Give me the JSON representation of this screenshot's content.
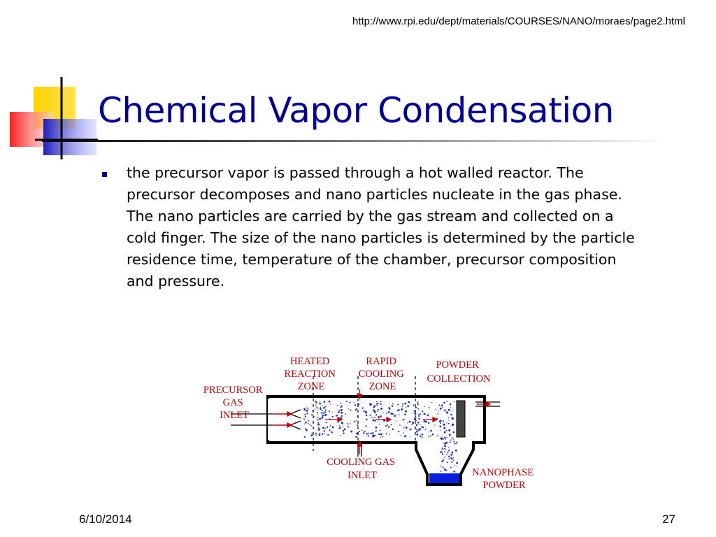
{
  "header": {
    "url": "http://www.rpi.edu/dept/materials/COURSES/NANO/moraes/page2.html"
  },
  "slide": {
    "title": "Chemical Vapor Condensation",
    "bullets": [
      "the precursor vapor is passed through a hot walled reactor. The precursor decomposes and nano particles nucleate in the gas phase. The nano particles are carried by the gas stream and collected on a cold finger. The size of the nano particles is determined by the particle residence time, temperature of the chamber, precursor composition and pressure."
    ]
  },
  "diagram": {
    "labels": {
      "heated": [
        "HEATED",
        "REACTION",
        "ZONE"
      ],
      "rapid": [
        "RAPID",
        "COOLING",
        "ZONE"
      ],
      "powder_collection": [
        "POWDER",
        "COLLECTION"
      ],
      "precursor": [
        "PRECURSOR",
        "GAS",
        "INLET"
      ],
      "cooling_gas": [
        "COOLING GAS",
        "INLET"
      ],
      "nanophase": [
        "NANOPHASE",
        "POWDER"
      ]
    },
    "colors": {
      "label": "#c00000",
      "particles": "#1a2fb0",
      "powder": "#0a1ee0"
    }
  },
  "footer": {
    "date": "6/10/2014",
    "page": "27"
  },
  "colors": {
    "title": "#000099",
    "deco_yellow": "#ffd200",
    "deco_red": "#ff3333",
    "deco_blue": "#3333cc"
  }
}
